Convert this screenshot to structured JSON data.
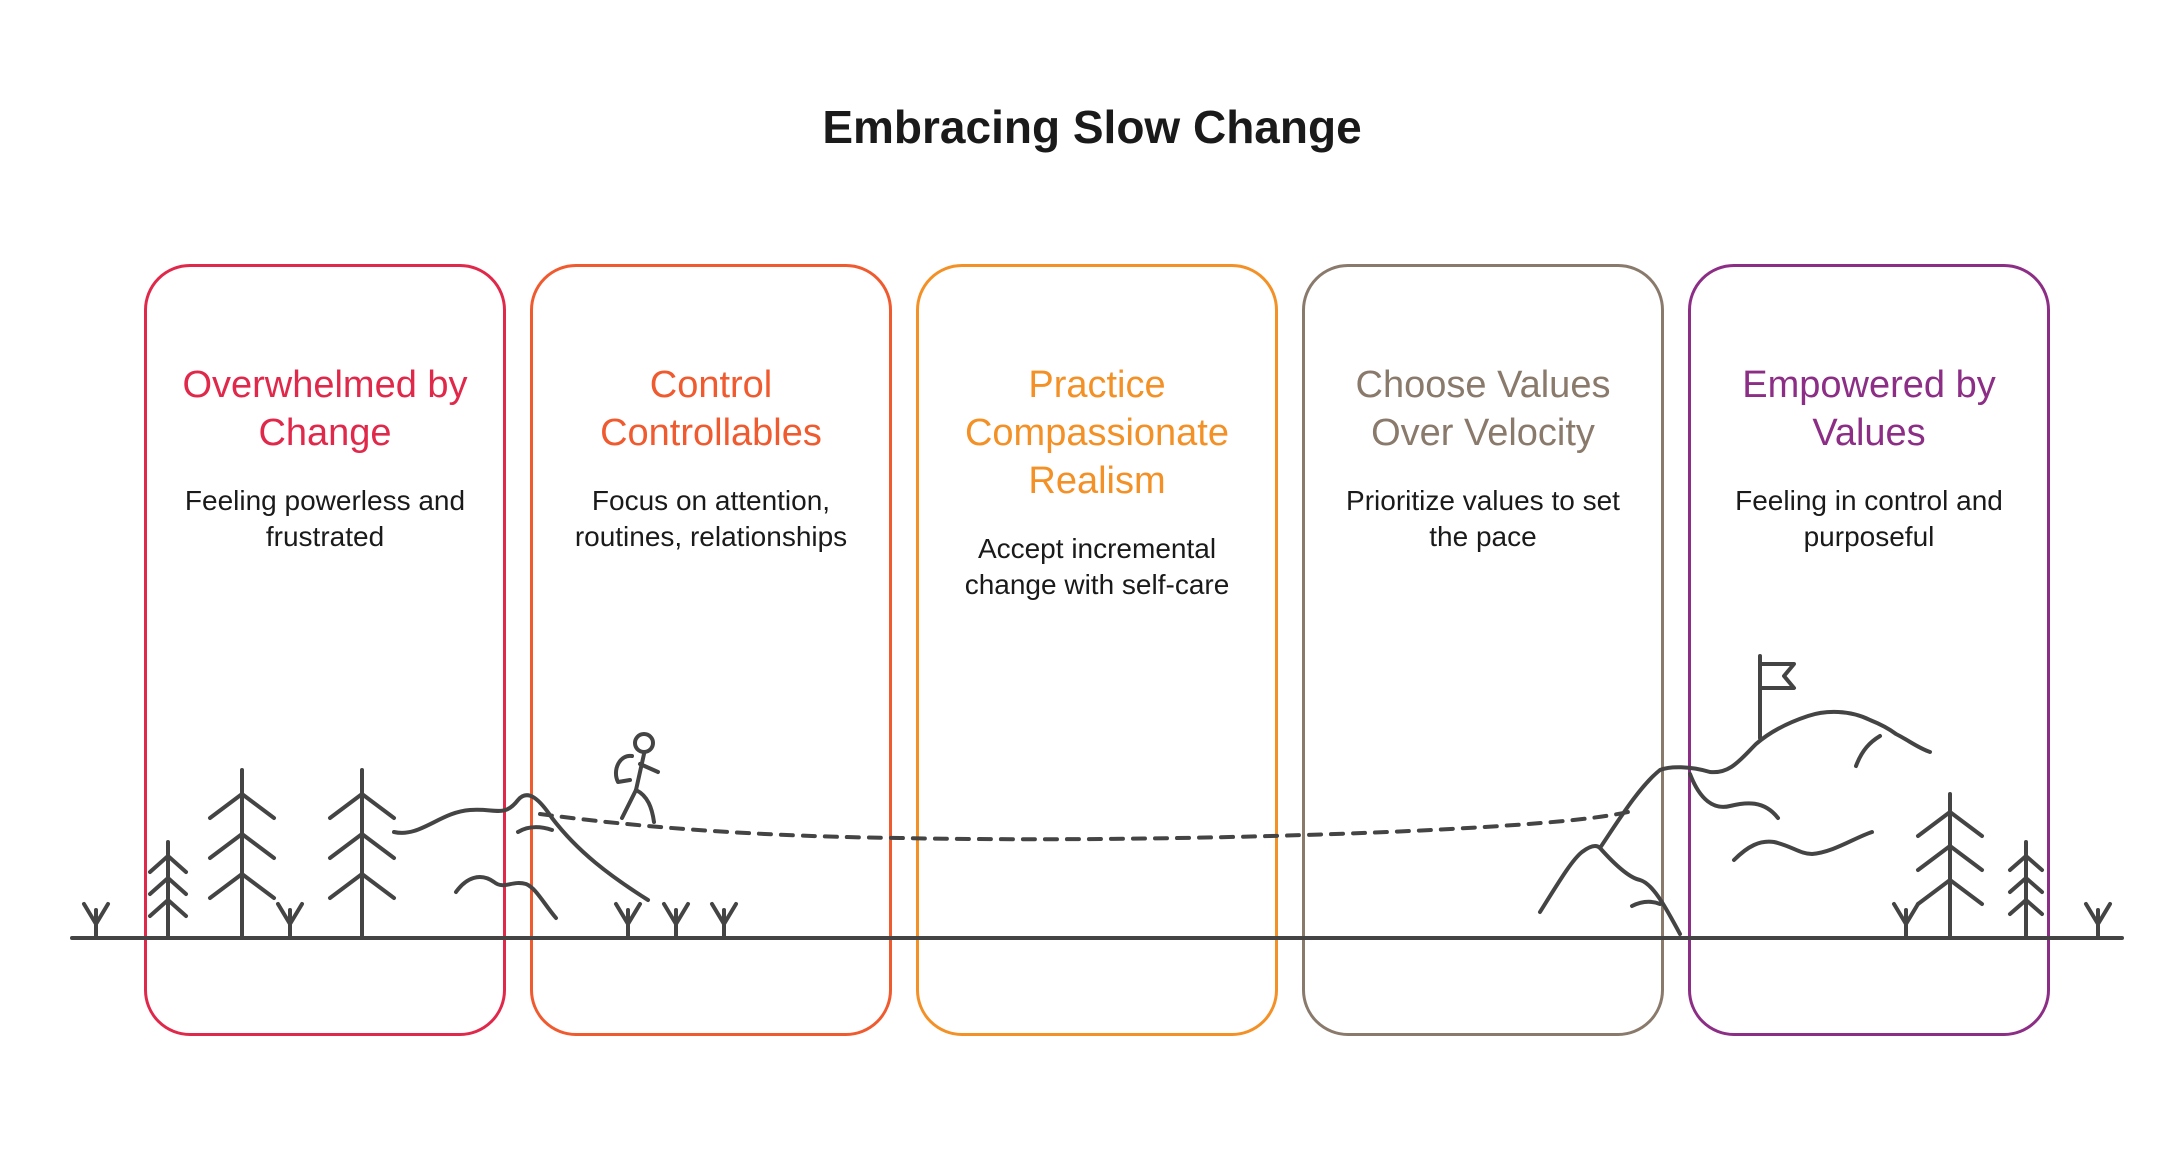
{
  "title": "Embracing Slow Change",
  "stages": [
    {
      "title_lines": [
        "Overwhelmed by",
        "Change"
      ],
      "desc_lines": [
        "Feeling powerless and",
        "frustrated"
      ],
      "color": "#e0284a"
    },
    {
      "title_lines": [
        "Control",
        "Controllables"
      ],
      "desc_lines": [
        "Focus on attention,",
        "routines, relationships"
      ],
      "color": "#f05a2f"
    },
    {
      "title_lines": [
        "Practice",
        "Compassionate",
        "Realism"
      ],
      "desc_lines": [
        "Accept incremental",
        "change with self-care"
      ],
      "color": "#f39126"
    },
    {
      "title_lines": [
        "Choose Values",
        "Over Velocity"
      ],
      "desc_lines": [
        "Prioritize values to set",
        "the pace"
      ],
      "color": "#8a7a6c"
    },
    {
      "title_lines": [
        "Empowered by",
        "Values"
      ],
      "desc_lines": [
        "Feeling in control and",
        "purposeful"
      ],
      "color": "#8c2e85"
    }
  ],
  "line_color": "#444444",
  "icons": [
    "tree-icon",
    "hill-icon",
    "hiker-icon",
    "mountain-icon",
    "flag-icon",
    "grass-icon"
  ]
}
